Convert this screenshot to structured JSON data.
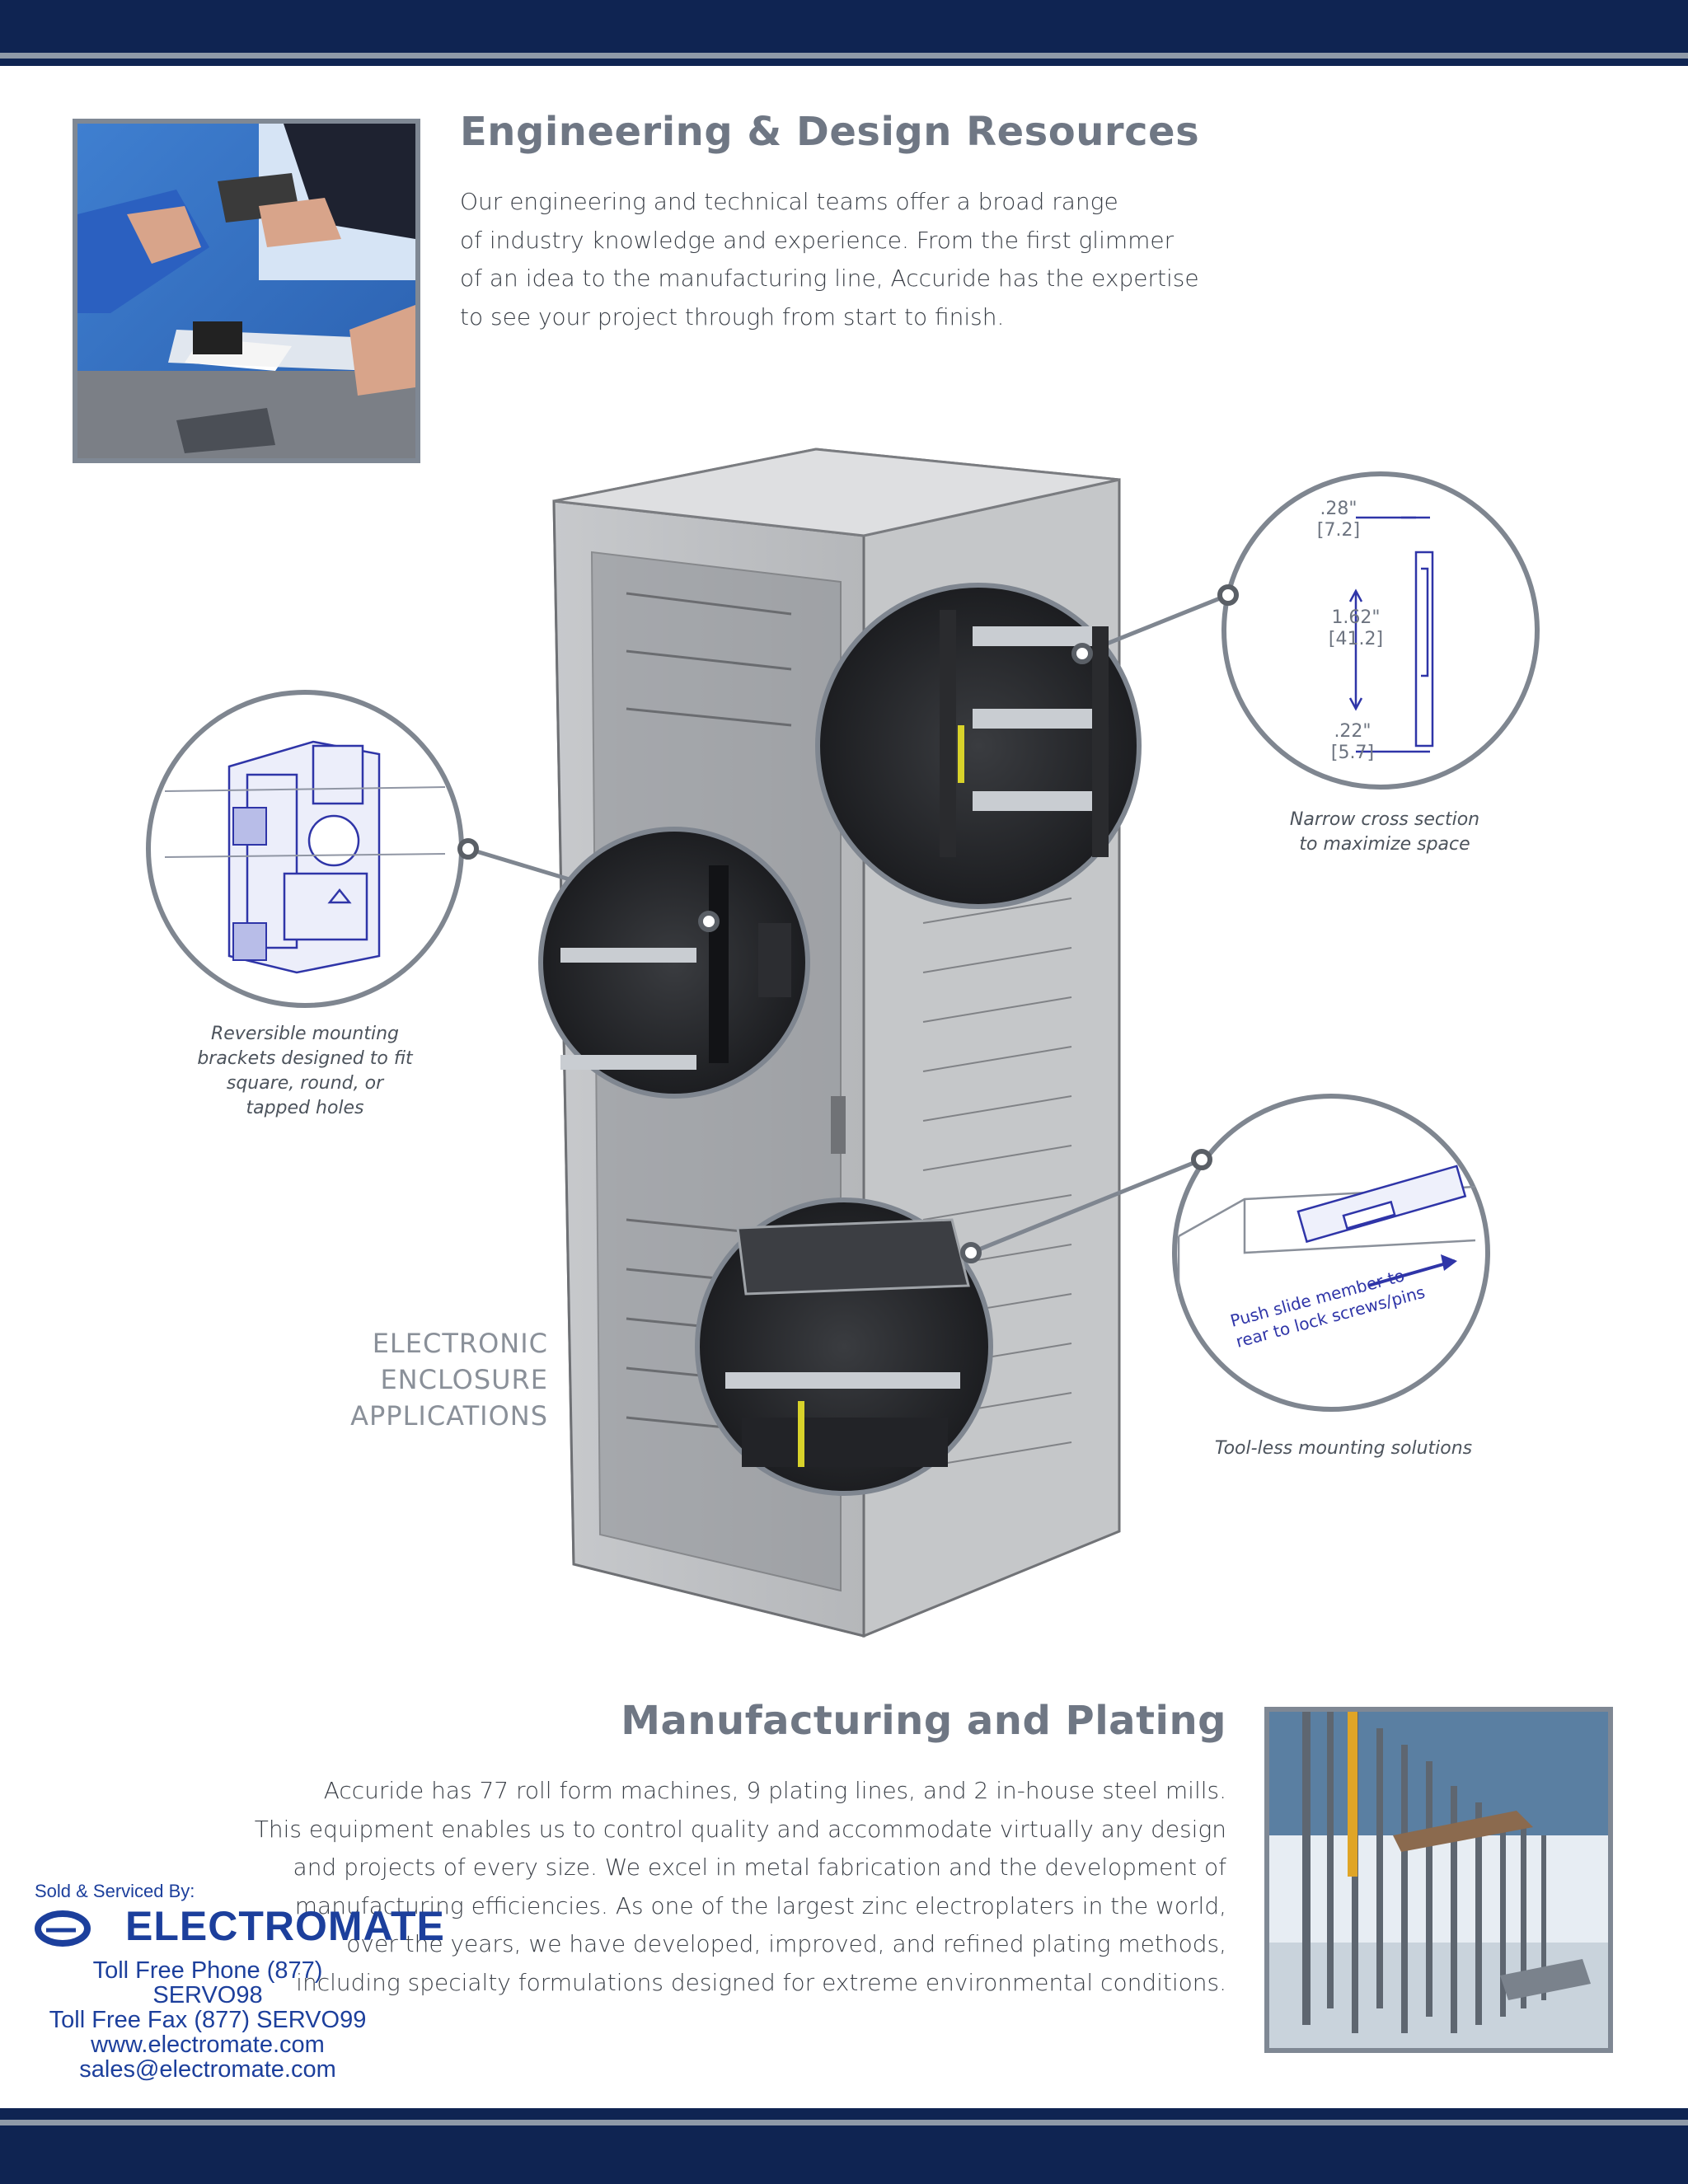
{
  "engineering": {
    "title": "Engineering & Design Resources",
    "lines": [
      "Our engineering and technical teams offer a broad range",
      "of industry knowledge and experience. From the first glimmer",
      "of an idea to the manufacturing line, Accuride has the expertise",
      "to see your project through from start to finish."
    ]
  },
  "diagram": {
    "section_label_lines": [
      "ELECTRONIC",
      "ENCLOSURE",
      "APPLICATIONS"
    ],
    "caption_brackets_lines": [
      "Reversible mounting",
      "brackets designed to fit",
      "square, round, or",
      "tapped holes"
    ],
    "caption_cross_section_lines": [
      "Narrow cross section",
      "to maximize space"
    ],
    "caption_toolless": "Tool-less mounting solutions",
    "dimension_top": ".28\"",
    "dimension_top_mm": "[7.2]",
    "dimension_mid": "1.62\"",
    "dimension_mid_mm": "[41.2]",
    "dimension_bot": ".22\"",
    "dimension_bot_mm": "[5.7]",
    "push_note_line1": "Push slide member to",
    "push_note_line2": "rear to lock screws/pins"
  },
  "manufacturing": {
    "title": "Manufacturing and Plating",
    "lines": [
      "Accuride has 77 roll form machines, 9 plating lines, and 2 in-house steel mills.",
      "This equipment enables us to control quality and accommodate virtually any design",
      "and projects of every size. We excel in metal fabrication and the development of",
      "manufacturing efficiencies. As one of the largest zinc electroplaters in the world,",
      "over the years, we have developed, improved, and refined plating methods,",
      "including specialty formulations designed for extreme environmental conditions."
    ]
  },
  "vendor": {
    "sold_by": "Sold & Serviced By:",
    "brand": "ELECTROMATE",
    "phone": "Toll Free Phone  (877) SERVO98",
    "fax": "Toll Free Fax  (877) SERVO99",
    "web": "www.electromate.com",
    "email": "sales@electromate.com"
  },
  "colors": {
    "navy_band": "#0f2452",
    "gray_stripe": "#8f9aa8",
    "heading_gray": "#6f7784",
    "brand_blue": "#1c3f9c"
  }
}
